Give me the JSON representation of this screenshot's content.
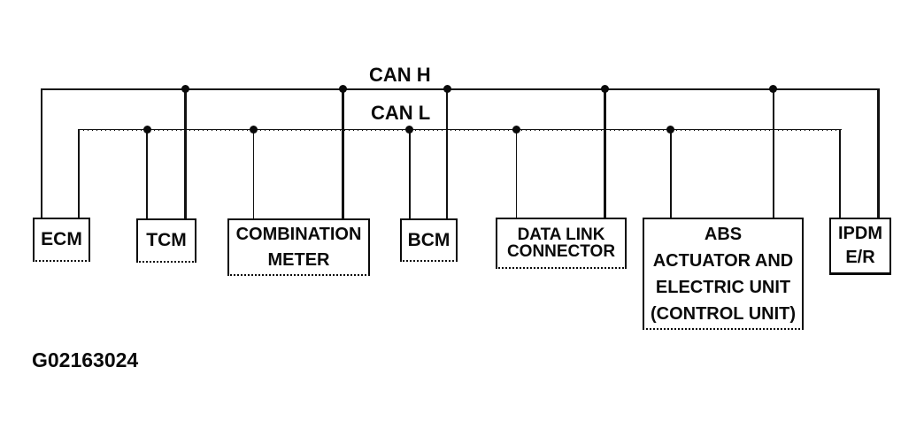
{
  "diagram": {
    "type": "can-bus-wiring-diagram",
    "buses": [
      {
        "id": "can-h",
        "label": "CAN H"
      },
      {
        "id": "can-l",
        "label": "CAN L"
      }
    ],
    "nodes": [
      {
        "id": "ecm",
        "lines": [
          "ECM"
        ],
        "connects": [
          "CAN H",
          "CAN L"
        ]
      },
      {
        "id": "tcm",
        "lines": [
          "TCM"
        ],
        "connects": [
          "CAN H",
          "CAN L"
        ]
      },
      {
        "id": "combination-meter",
        "lines": [
          "COMBINATION",
          "METER"
        ],
        "connects": [
          "CAN H",
          "CAN L"
        ]
      },
      {
        "id": "bcm",
        "lines": [
          "BCM"
        ],
        "connects": [
          "CAN H",
          "CAN L"
        ]
      },
      {
        "id": "data-link-connector",
        "lines": [
          "DATA LINK",
          "CONNECTOR"
        ],
        "connects": [
          "CAN H",
          "CAN L"
        ]
      },
      {
        "id": "abs-unit",
        "lines": [
          "ABS",
          "ACTUATOR AND",
          "ELECTRIC UNIT",
          "(CONTROL UNIT)"
        ],
        "connects": [
          "CAN H",
          "CAN L"
        ]
      },
      {
        "id": "ipdm-er",
        "lines": [
          "IPDM",
          "E/R"
        ],
        "connects": [
          "CAN H",
          "CAN L"
        ]
      }
    ],
    "figure_id": "G02163024",
    "colors": {
      "line": "#111111",
      "background": "#ffffff"
    }
  }
}
